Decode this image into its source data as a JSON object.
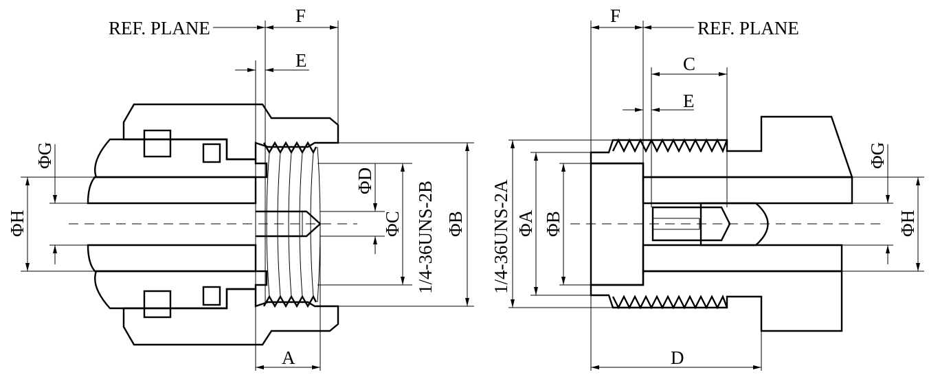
{
  "left_view": {
    "ref_plane": "REF. PLANE",
    "dims": {
      "F": "F",
      "E": "E",
      "A": "A",
      "C": "ΦC",
      "D": "ΦD",
      "B": "ΦB",
      "G": "ΦG",
      "H": "ΦH"
    },
    "thread": "1/4-36UNS-2B"
  },
  "right_view": {
    "ref_plane": "REF. PLANE",
    "dims": {
      "F": "F",
      "C": "C",
      "E": "E",
      "D": "D",
      "A": "ΦA",
      "B": "ΦB",
      "G": "ΦG",
      "H": "ΦH"
    },
    "thread": "1/4-36UNS-2A"
  }
}
